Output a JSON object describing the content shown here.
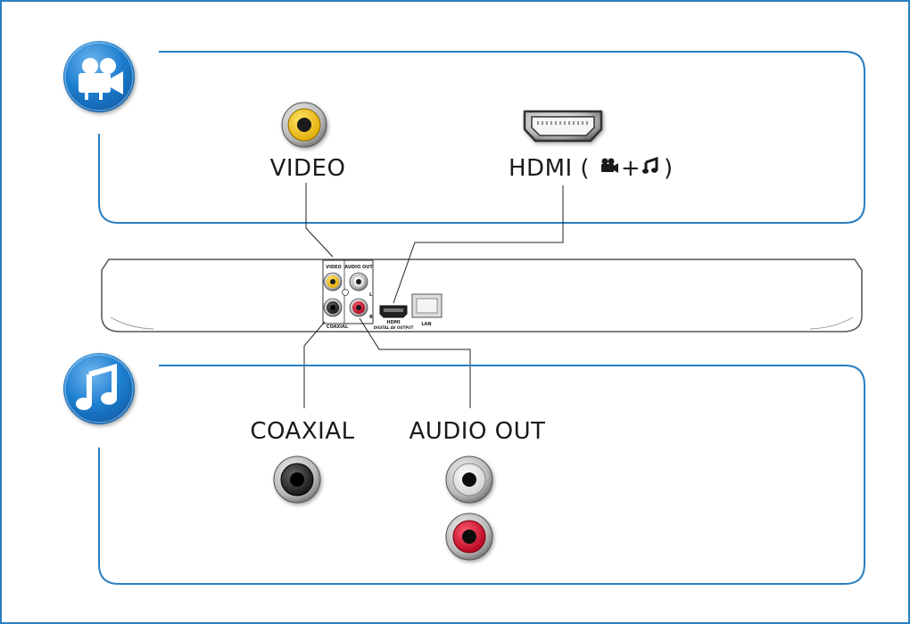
{
  "video_section": {
    "icon": "video-camera-icon",
    "video_label": "VIDEO",
    "hdmi_label": "HDMI (",
    "hdmi_suffix": ")",
    "hdmi_video_icon": "video-camera-icon",
    "hdmi_plus": "+",
    "hdmi_audio_icon": "music-note-icon"
  },
  "device": {
    "video_port_label": "VIDEO",
    "audio_out_port_label": "AUDIO OUT",
    "coaxial_port_label": "COAXIAL",
    "audio_l_label": "L",
    "audio_r_label": "R",
    "hdmi_port_label": "HDMI",
    "hdmi_port_sublabel": "DIGITAL AV OUTPUT",
    "lan_port_label": "LAN"
  },
  "audio_section": {
    "icon": "music-note-icon",
    "coaxial_label": "COAXIAL",
    "audio_out_label": "AUDIO OUT"
  },
  "colors": {
    "frame_blue": "#2a7fc1",
    "icon_blue": "#1f7fd0",
    "video_yellow": "#f3c300",
    "audio_red": "#d8102c",
    "connector_gray": "#8c8c8c"
  }
}
